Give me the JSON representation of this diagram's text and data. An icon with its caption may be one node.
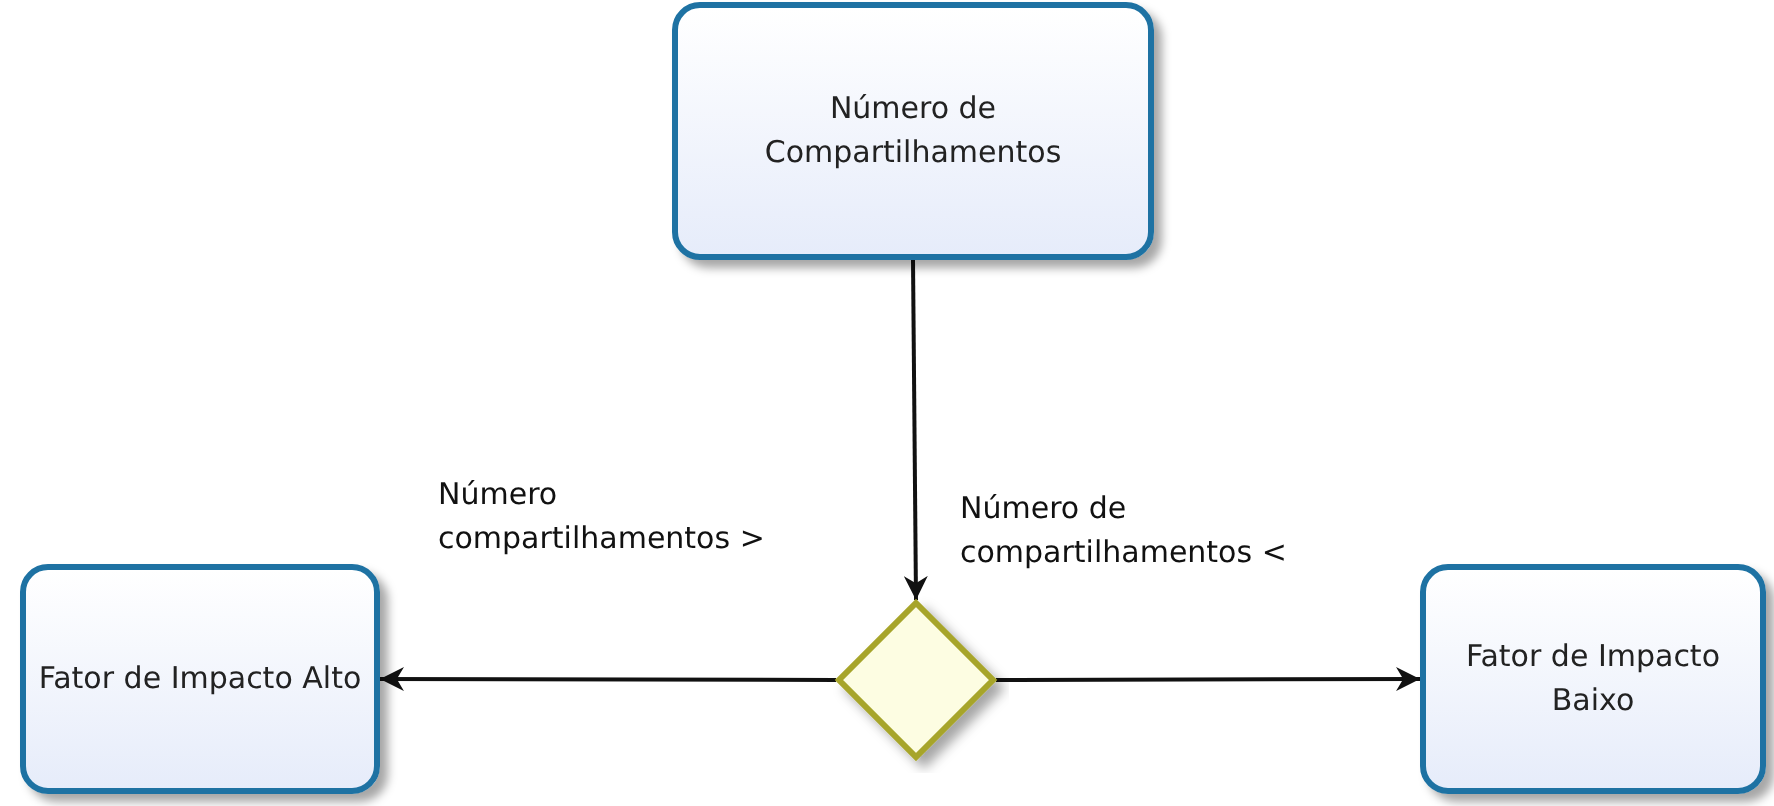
{
  "diagram": {
    "nodes": [
      {
        "text": [
          "Número de Compartilhamentos"
        ]
      },
      {
        "text": [
          "Fator de Impacto Alto"
        ]
      },
      {
        "text": [],
        "shape": "diamond"
      },
      {
        "text": [
          "Fator de Impacto Baixo"
        ]
      }
    ],
    "edges": [
      {
        "from": 0,
        "to": 2,
        "arrow": "to"
      },
      {
        "from": 2,
        "to": 1,
        "arrow": "to",
        "label": "Número compartilhamentos >"
      },
      {
        "from": 2,
        "to": 3,
        "arrow": "to",
        "label": "Número de compartilhamentos <"
      }
    ]
  }
}
